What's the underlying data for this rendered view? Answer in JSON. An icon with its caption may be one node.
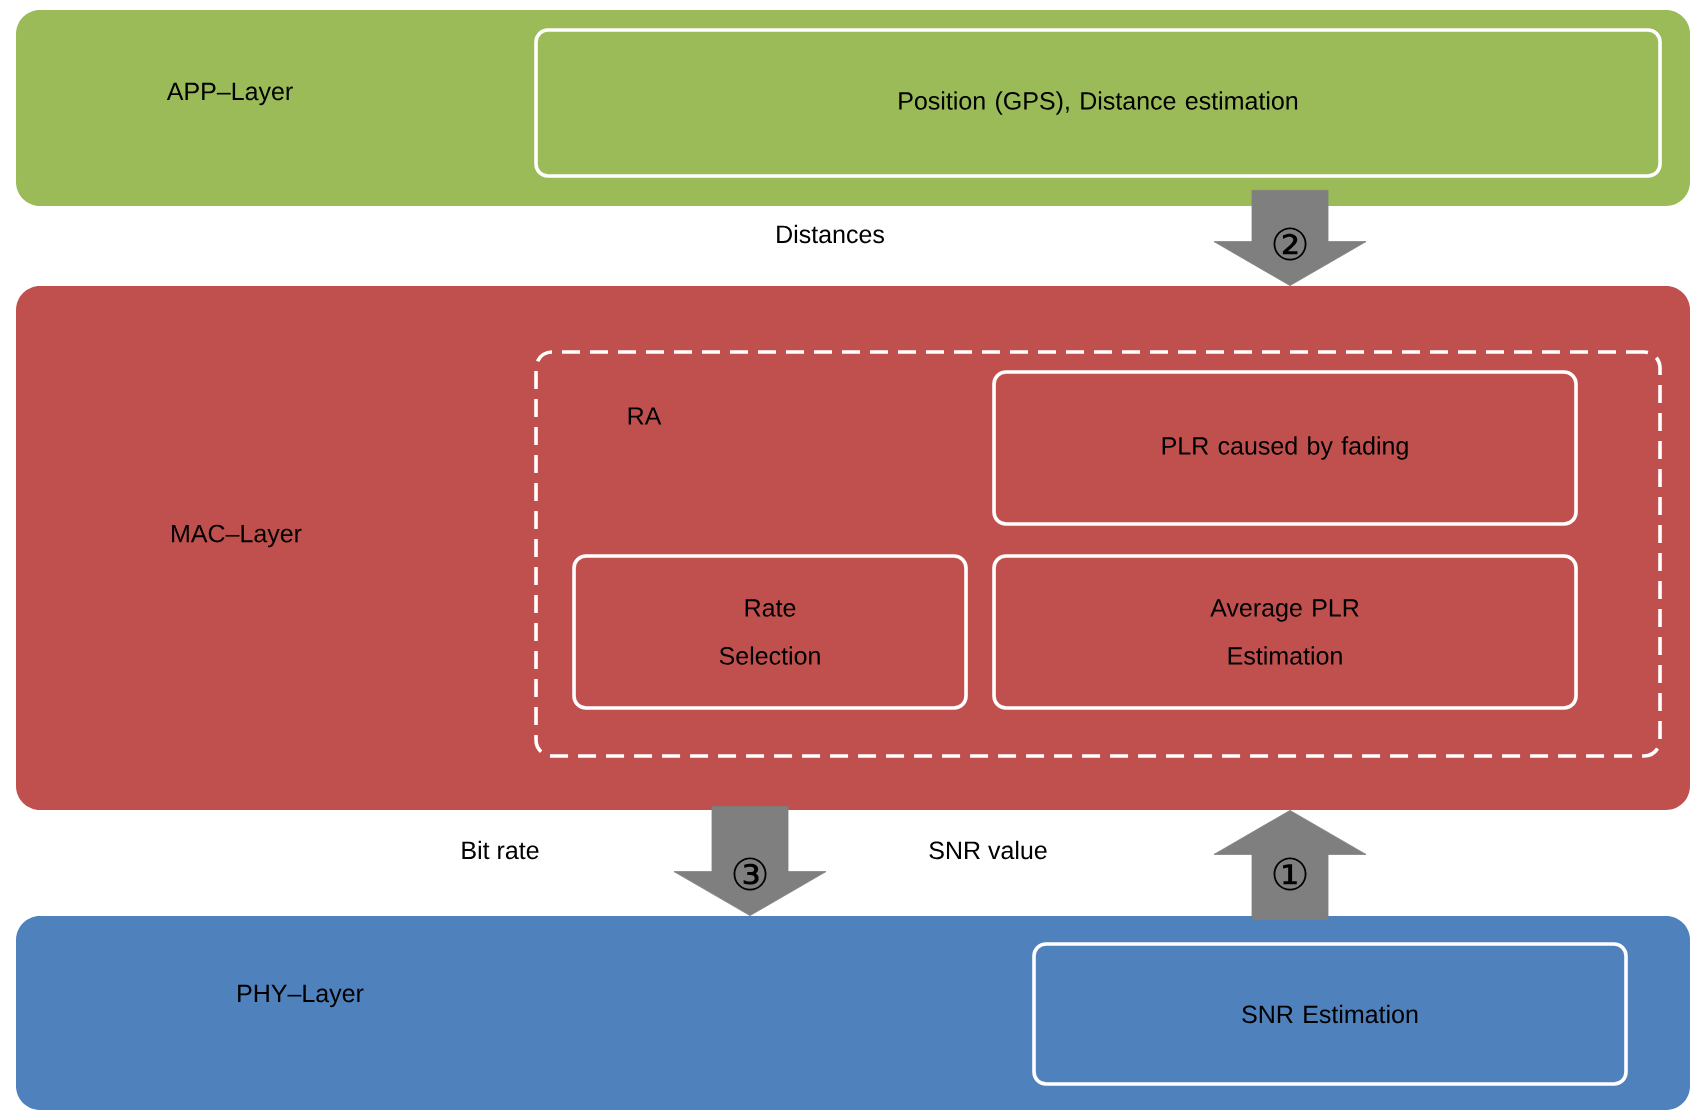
{
  "diagram": {
    "nodes": [
      {
        "text": [
          "APP–Layer"
        ]
      },
      {
        "text": [
          "Position (GPS), Distance estimation"
        ],
        "in": 0
      },
      {
        "text": [
          "MAC–Layer"
        ]
      },
      {
        "text": [
          "RA"
        ],
        "in": 2
      },
      {
        "text": [
          "PLR caused by fading"
        ],
        "in": 3
      },
      {
        "text": [
          "Rate Selection"
        ],
        "in": 3
      },
      {
        "text": [
          "Average PLR Estimation"
        ],
        "in": 3
      },
      {
        "text": [
          "PHY–Layer"
        ]
      },
      {
        "text": [
          "SNR Estimation"
        ],
        "in": 7
      }
    ],
    "edges": [
      {
        "from": 0,
        "to": 2,
        "arrow": "to",
        "label": "②"
      },
      {
        "from": 2,
        "to": 7,
        "arrow": "to",
        "label": "③"
      },
      {
        "from": 7,
        "to": 2,
        "arrow": "to",
        "label": "①"
      }
    ],
    "labels": [
      "Distances",
      "Bit rate",
      "SNR value"
    ]
  }
}
